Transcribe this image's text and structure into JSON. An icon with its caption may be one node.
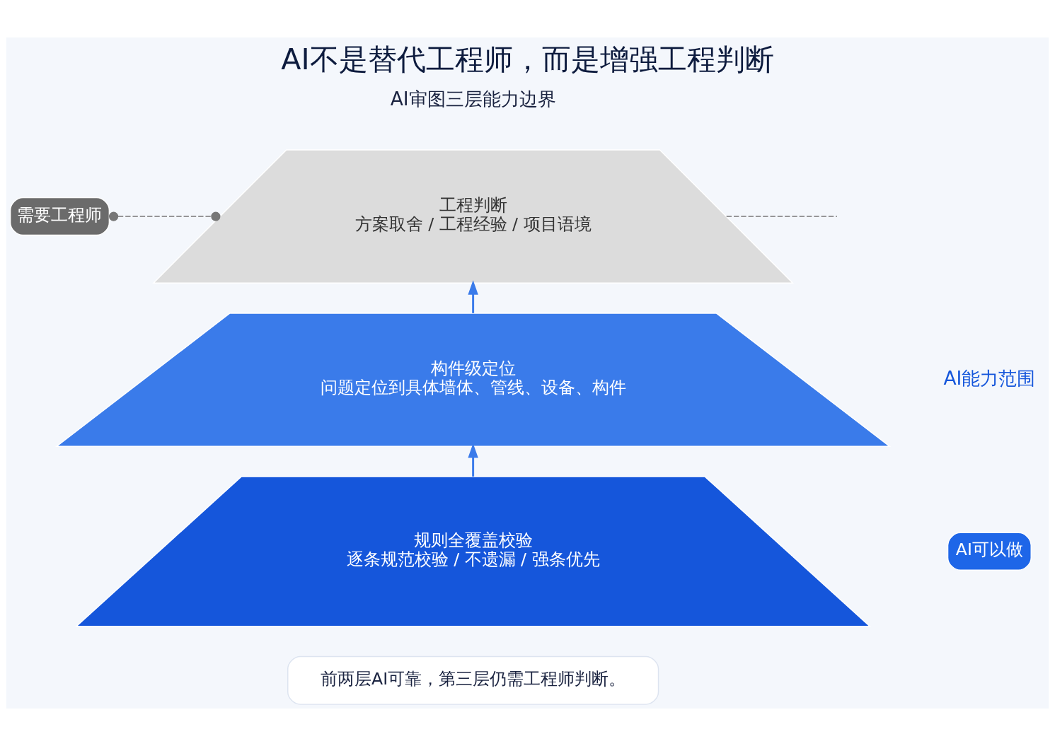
{
  "diagram": {
    "title": "AI不是替代工程师，而是增强工程判断",
    "nodes": [
      {
        "text": [
          "需要工程师"
        ]
      },
      {
        "text": [
          "工程判断",
          "方案取舍 / 工程经验 / 项目语境"
        ]
      },
      {
        "text": [
          "构件级定位",
          "问题定位到具体墙体、管线、设备、构件"
        ]
      },
      {
        "text": [
          "规则全覆盖校验",
          "逐条规范校验 / 不遗漏 / 强条优先"
        ]
      },
      {
        "text": [
          "AI可以做"
        ]
      },
      {
        "text": [
          "前两层AI可靠，第三层仍需工程师判断。"
        ]
      }
    ],
    "edges": [
      {
        "from": 0,
        "to": 1,
        "arrow": "other",
        "style": "dashed"
      },
      {
        "from": 1,
        "to": null,
        "arrow": "none",
        "style": "dashed"
      },
      {
        "from": 3,
        "to": 2,
        "arrow": "to",
        "color": "#3a7bea"
      },
      {
        "from": 2,
        "to": 1,
        "arrow": "to",
        "color": "#3a7bea"
      }
    ],
    "labels": [
      "AI审图三层能力边界",
      "AI能力范围"
    ]
  }
}
